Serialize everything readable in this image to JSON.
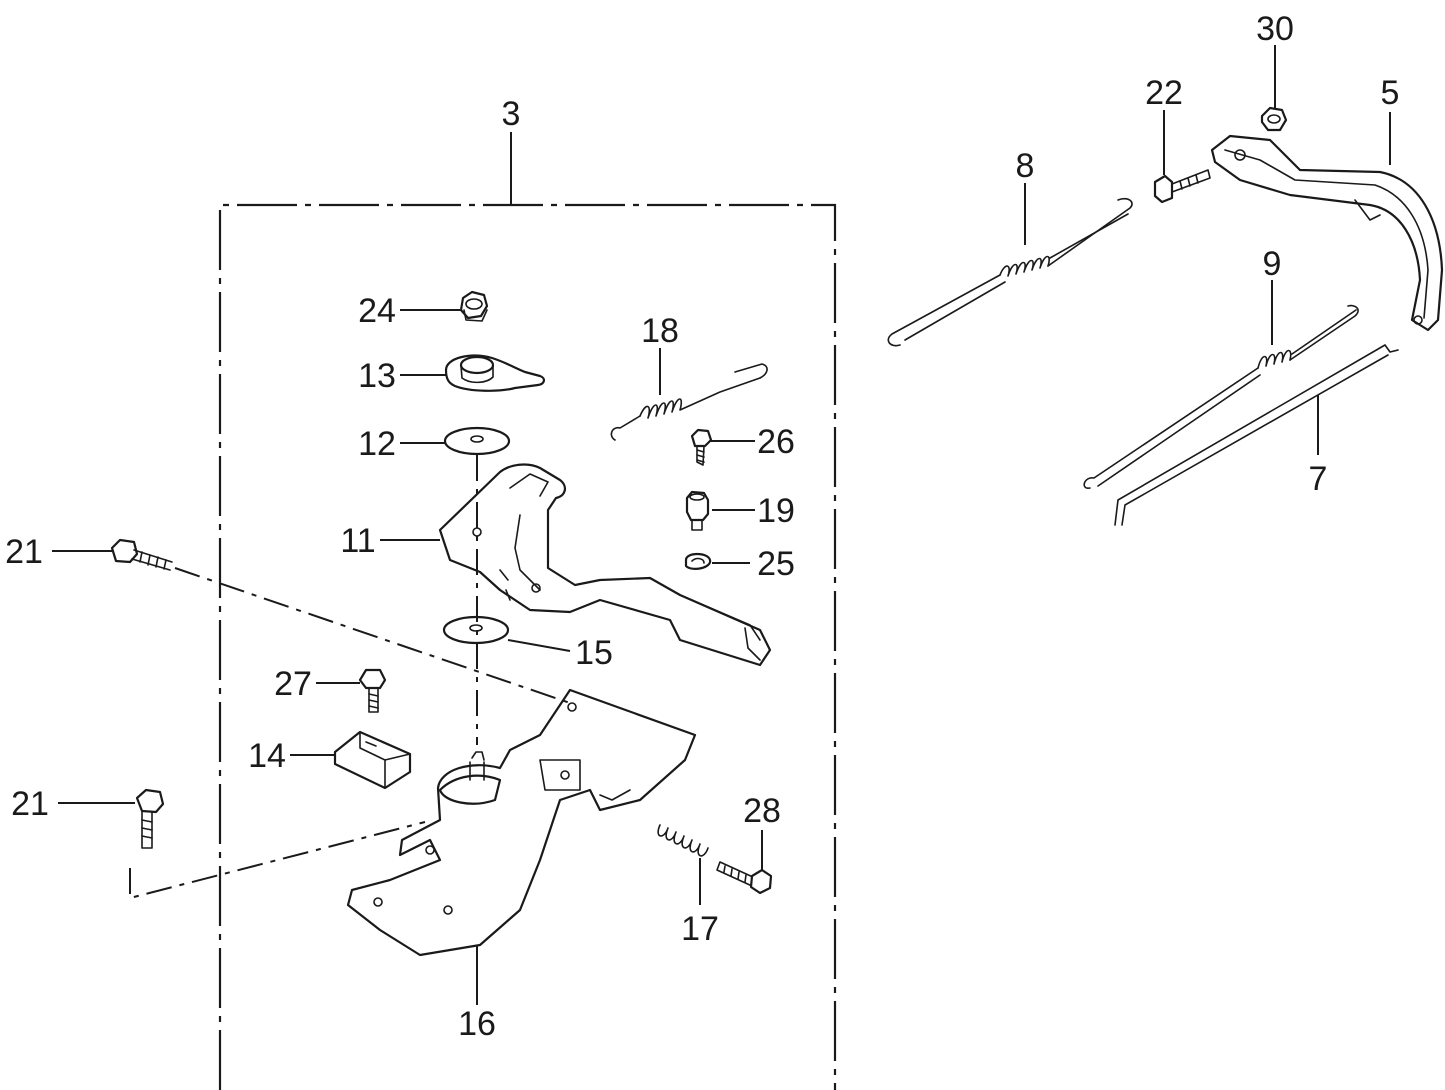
{
  "callouts": {
    "c3": "3",
    "c5": "5",
    "c7": "7",
    "c8": "8",
    "c9": "9",
    "c11": "11",
    "c12": "12",
    "c13": "13",
    "c14": "14",
    "c15": "15",
    "c16": "16",
    "c17": "17",
    "c18": "18",
    "c19": "19",
    "c21a": "21",
    "c21b": "21",
    "c22": "22",
    "c24": "24",
    "c25": "25",
    "c26": "26",
    "c27": "27",
    "c28": "28",
    "c30": "30"
  }
}
